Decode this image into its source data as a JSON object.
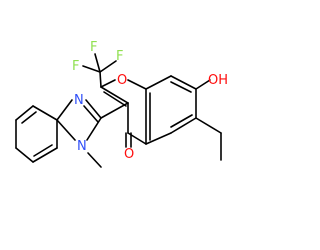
{
  "molecule": {
    "atoms": {
      "f1": "F",
      "f2": "F",
      "f3": "F",
      "o_ring": "O",
      "oh": "OH",
      "o_carbonyl": "O",
      "n_imine": "N",
      "n_methyl": "N"
    }
  },
  "colors": {
    "bond": "#000000",
    "fluorine": "#90e050",
    "oxygen": "#ff0d0d",
    "nitrogen": "#3050f8"
  }
}
